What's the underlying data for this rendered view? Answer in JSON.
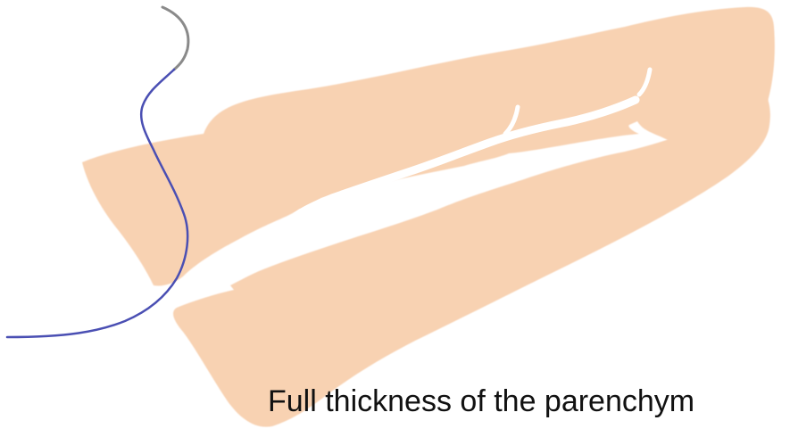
{
  "caption": "Full thickness of the parenchym",
  "colors": {
    "tissue": "#f8d2b2",
    "suture": "#4a4fb3",
    "suture_tail": "#8a8a8a",
    "background": "#ffffff",
    "text": "#111111"
  },
  "elements": {
    "tissue": "pancreatic-parenchyma",
    "suture": "suture-thread",
    "suture_tail": "suture-thread-tail"
  }
}
